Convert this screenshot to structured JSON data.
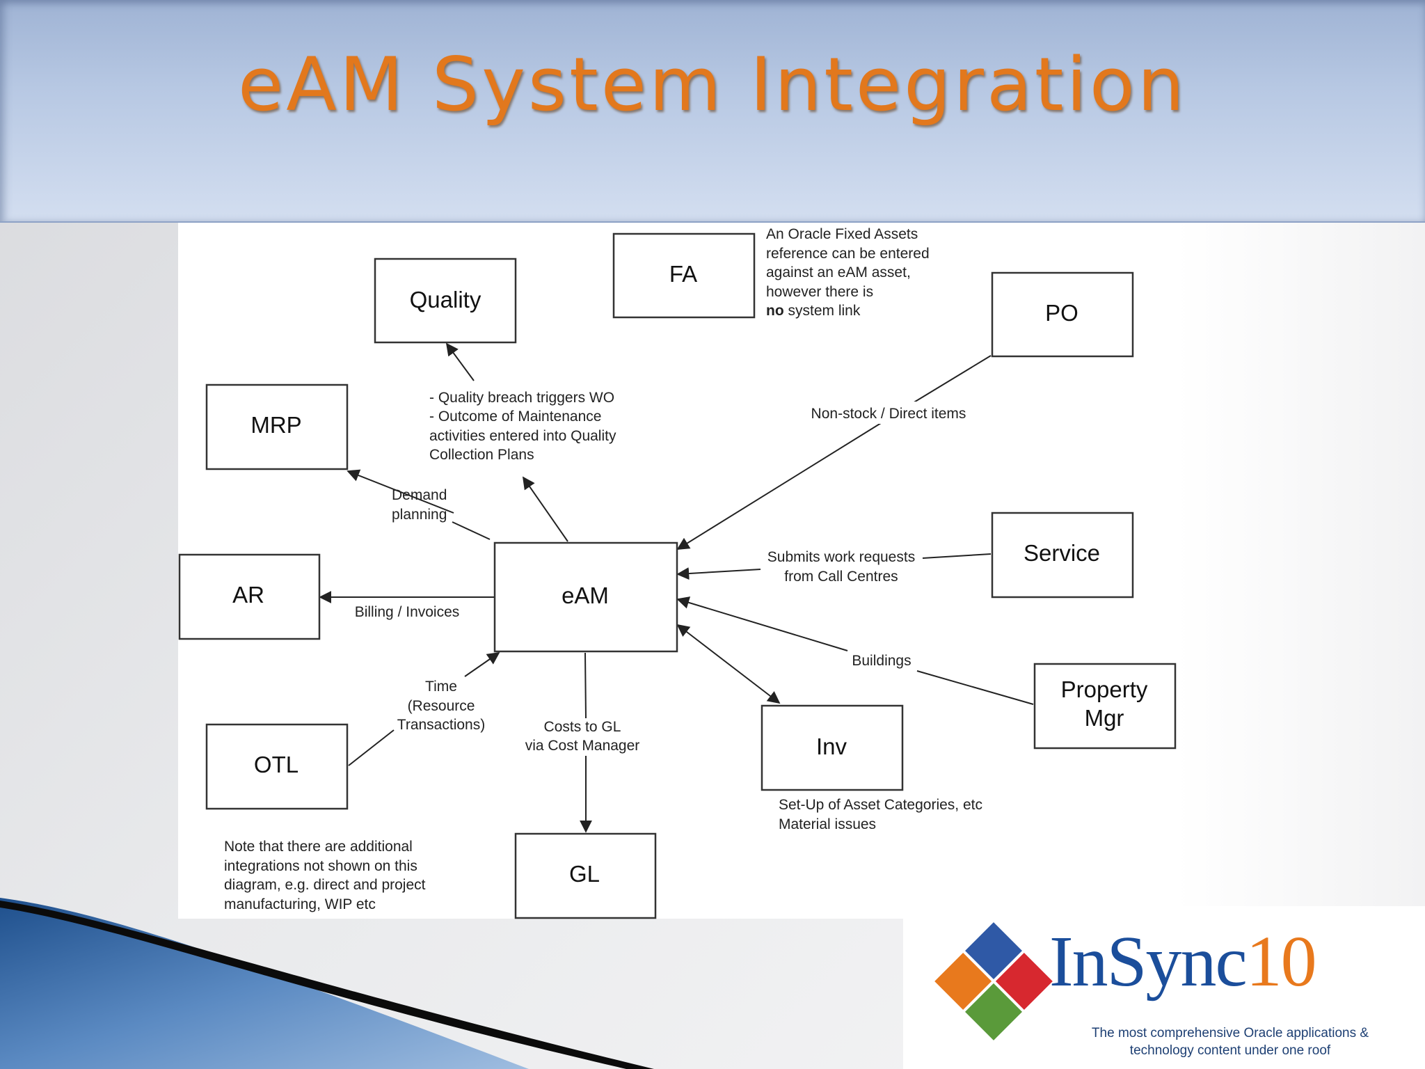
{
  "slide": {
    "title": "eAM System Integration"
  },
  "diagram": {
    "boxes": {
      "quality": "Quality",
      "fa": "FA",
      "po": "PO",
      "mrp": "MRP",
      "ar": "AR",
      "eam": "eAM",
      "service": "Service",
      "property_line1": "Property",
      "property_line2": "Mgr",
      "otl": "OTL",
      "inv": "Inv",
      "gl": "GL"
    },
    "labels": {
      "fa_note": [
        "An Oracle Fixed Assets",
        "reference can be entered",
        "against an eAM asset,",
        "however there is"
      ],
      "fa_note_bold": "no",
      "fa_note_tail": " system link",
      "quality_note": [
        "- Quality breach triggers WO",
        "- Outcome of Maintenance",
        "activities entered into Quality",
        "Collection Plans"
      ],
      "po_link": "Non-stock / Direct items",
      "mrp_link": [
        "Demand",
        "planning"
      ],
      "service_link": [
        "Submits work requests",
        "from Call Centres"
      ],
      "ar_link": "Billing / Invoices",
      "property_link": "Buildings",
      "otl_link": [
        "Time",
        "(Resource",
        "Transactions)"
      ],
      "gl_link": [
        "Costs to GL",
        "via Cost Manager"
      ],
      "inv_note": [
        "Set-Up of Asset Categories, etc",
        "Material issues"
      ],
      "bottom_note": [
        "Note that there are additional",
        "integrations not shown on this",
        "diagram, e.g. direct and project",
        "manufacturing, WIP etc"
      ]
    }
  },
  "logo": {
    "name_main": "InSync",
    "name_num": "10",
    "tagline_line1": "The most comprehensive Oracle applications &",
    "tagline_line2": "technology content under one roof",
    "colors": {
      "blue": "#1b4e9b",
      "orange": "#e8791d",
      "red": "#d7282f",
      "green": "#5a9a3a",
      "puzzle_blue": "#2f59a6"
    }
  },
  "theme": {
    "title_color": "#e2781d",
    "band_color": "#b7c8e3"
  }
}
